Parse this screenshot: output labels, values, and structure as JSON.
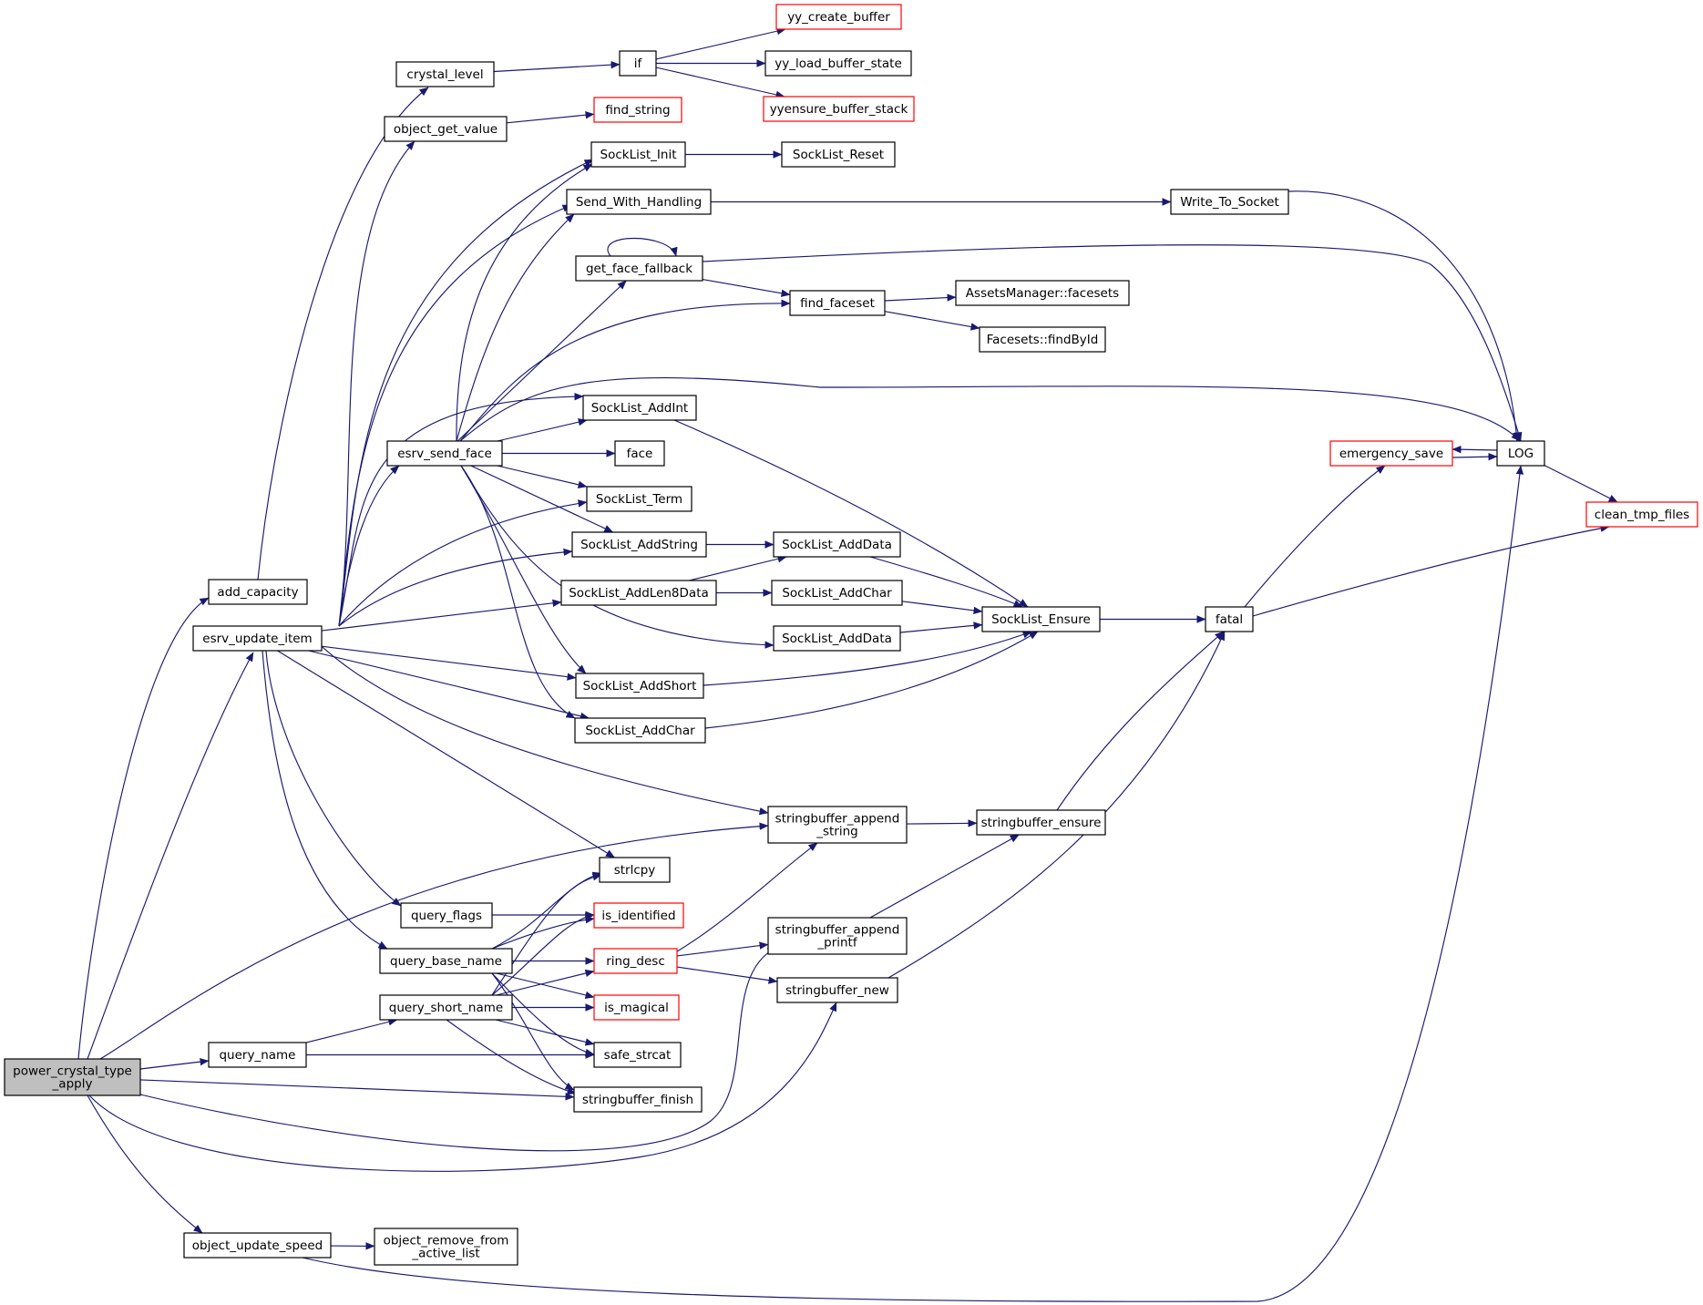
{
  "colors": {
    "edge": "#191970",
    "node_border": "#000000",
    "partial_border": "#ff0000",
    "root_fill": "#bfbfbf",
    "node_fill": "#ffffff"
  },
  "nodes": [
    {
      "id": "power_crystal_type_apply",
      "lines": [
        "power_crystal_type",
        "_apply"
      ],
      "style": "root"
    },
    {
      "id": "add_capacity",
      "lines": [
        "add_capacity"
      ],
      "style": "normal"
    },
    {
      "id": "esrv_update_item",
      "lines": [
        "esrv_update_item"
      ],
      "style": "normal"
    },
    {
      "id": "crystal_level",
      "lines": [
        "crystal_level"
      ],
      "style": "normal"
    },
    {
      "id": "if",
      "lines": [
        "if"
      ],
      "style": "normal"
    },
    {
      "id": "yy_create_buffer",
      "lines": [
        "yy_create_buffer"
      ],
      "style": "partial"
    },
    {
      "id": "yy_load_buffer_state",
      "lines": [
        "yy_load_buffer_state"
      ],
      "style": "normal"
    },
    {
      "id": "yyensure_buffer_stack",
      "lines": [
        "yyensure_buffer_stack"
      ],
      "style": "partial"
    },
    {
      "id": "object_get_value",
      "lines": [
        "object_get_value"
      ],
      "style": "normal"
    },
    {
      "id": "find_string",
      "lines": [
        "find_string"
      ],
      "style": "partial"
    },
    {
      "id": "SockList_Init",
      "lines": [
        "SockList_Init"
      ],
      "style": "normal"
    },
    {
      "id": "SockList_Reset",
      "lines": [
        "SockList_Reset"
      ],
      "style": "normal"
    },
    {
      "id": "Send_With_Handling",
      "lines": [
        "Send_With_Handling"
      ],
      "style": "normal"
    },
    {
      "id": "Write_To_Socket",
      "lines": [
        "Write_To_Socket"
      ],
      "style": "normal"
    },
    {
      "id": "get_face_fallback",
      "lines": [
        "get_face_fallback"
      ],
      "style": "normal"
    },
    {
      "id": "find_faceset",
      "lines": [
        "find_faceset"
      ],
      "style": "normal"
    },
    {
      "id": "AssetsManager_facesets",
      "lines": [
        "AssetsManager::facesets"
      ],
      "style": "normal"
    },
    {
      "id": "Facesets_findById",
      "lines": [
        "Facesets::findById"
      ],
      "style": "normal"
    },
    {
      "id": "SockList_AddInt",
      "lines": [
        "SockList_AddInt"
      ],
      "style": "normal"
    },
    {
      "id": "esrv_send_face",
      "lines": [
        "esrv_send_face"
      ],
      "style": "normal"
    },
    {
      "id": "face",
      "lines": [
        "face"
      ],
      "style": "normal"
    },
    {
      "id": "LOG",
      "lines": [
        "LOG"
      ],
      "style": "normal"
    },
    {
      "id": "emergency_save",
      "lines": [
        "emergency_save"
      ],
      "style": "partial"
    },
    {
      "id": "clean_tmp_files",
      "lines": [
        "clean_tmp_files"
      ],
      "style": "partial"
    },
    {
      "id": "SockList_Term",
      "lines": [
        "SockList_Term"
      ],
      "style": "normal"
    },
    {
      "id": "SockList_AddString",
      "lines": [
        "SockList_AddString"
      ],
      "style": "normal"
    },
    {
      "id": "SockList_AddData_1",
      "lines": [
        "SockList_AddData"
      ],
      "style": "normal"
    },
    {
      "id": "SockList_AddLen8Data",
      "lines": [
        "SockList_AddLen8Data"
      ],
      "style": "normal"
    },
    {
      "id": "SockList_AddChar_1",
      "lines": [
        "SockList_AddChar"
      ],
      "style": "normal"
    },
    {
      "id": "SockList_Ensure",
      "lines": [
        "SockList_Ensure"
      ],
      "style": "normal"
    },
    {
      "id": "fatal",
      "lines": [
        "fatal"
      ],
      "style": "normal"
    },
    {
      "id": "SockList_AddData_2",
      "lines": [
        "SockList_AddData"
      ],
      "style": "normal"
    },
    {
      "id": "SockList_AddShort",
      "lines": [
        "SockList_AddShort"
      ],
      "style": "normal"
    },
    {
      "id": "SockList_AddChar_2",
      "lines": [
        "SockList_AddChar"
      ],
      "style": "normal"
    },
    {
      "id": "stringbuffer_append_string",
      "lines": [
        "stringbuffer_append",
        "_string"
      ],
      "style": "normal"
    },
    {
      "id": "stringbuffer_ensure",
      "lines": [
        "stringbuffer_ensure"
      ],
      "style": "normal"
    },
    {
      "id": "strlcpy",
      "lines": [
        "strlcpy"
      ],
      "style": "normal"
    },
    {
      "id": "query_flags",
      "lines": [
        "query_flags"
      ],
      "style": "normal"
    },
    {
      "id": "is_identified",
      "lines": [
        "is_identified"
      ],
      "style": "partial"
    },
    {
      "id": "stringbuffer_append_printf",
      "lines": [
        "stringbuffer_append",
        "_printf"
      ],
      "style": "normal"
    },
    {
      "id": "query_base_name",
      "lines": [
        "query_base_name"
      ],
      "style": "normal"
    },
    {
      "id": "ring_desc",
      "lines": [
        "ring_desc"
      ],
      "style": "partial"
    },
    {
      "id": "stringbuffer_new",
      "lines": [
        "stringbuffer_new"
      ],
      "style": "normal"
    },
    {
      "id": "query_short_name",
      "lines": [
        "query_short_name"
      ],
      "style": "normal"
    },
    {
      "id": "is_magical",
      "lines": [
        "is_magical"
      ],
      "style": "partial"
    },
    {
      "id": "query_name",
      "lines": [
        "query_name"
      ],
      "style": "normal"
    },
    {
      "id": "safe_strcat",
      "lines": [
        "safe_strcat"
      ],
      "style": "normal"
    },
    {
      "id": "stringbuffer_finish",
      "lines": [
        "stringbuffer_finish"
      ],
      "style": "normal"
    },
    {
      "id": "object_update_speed",
      "lines": [
        "object_update_speed"
      ],
      "style": "normal"
    },
    {
      "id": "object_remove_from_active_list",
      "lines": [
        "object_remove_from",
        "_active_list"
      ],
      "style": "normal"
    }
  ],
  "edges": [
    [
      "power_crystal_type_apply",
      "add_capacity"
    ],
    [
      "power_crystal_type_apply",
      "esrv_update_item"
    ],
    [
      "power_crystal_type_apply",
      "query_name"
    ],
    [
      "power_crystal_type_apply",
      "stringbuffer_append_string"
    ],
    [
      "power_crystal_type_apply",
      "stringbuffer_finish"
    ],
    [
      "power_crystal_type_apply",
      "stringbuffer_append_printf"
    ],
    [
      "power_crystal_type_apply",
      "stringbuffer_new"
    ],
    [
      "power_crystal_type_apply",
      "object_update_speed"
    ],
    [
      "add_capacity",
      "crystal_level"
    ],
    [
      "crystal_level",
      "if"
    ],
    [
      "if",
      "yy_create_buffer"
    ],
    [
      "if",
      "yy_load_buffer_state"
    ],
    [
      "if",
      "yyensure_buffer_stack"
    ],
    [
      "object_get_value",
      "find_string"
    ],
    [
      "esrv_update_item",
      "object_get_value"
    ],
    [
      "esrv_update_item",
      "SockList_Init"
    ],
    [
      "esrv_update_item",
      "Send_With_Handling"
    ],
    [
      "esrv_update_item",
      "SockList_AddInt"
    ],
    [
      "esrv_update_item",
      "esrv_send_face"
    ],
    [
      "esrv_update_item",
      "SockList_Term"
    ],
    [
      "esrv_update_item",
      "SockList_AddString"
    ],
    [
      "esrv_update_item",
      "SockList_AddLen8Data"
    ],
    [
      "esrv_update_item",
      "SockList_AddShort"
    ],
    [
      "esrv_update_item",
      "SockList_AddChar_2"
    ],
    [
      "esrv_update_item",
      "stringbuffer_append_string"
    ],
    [
      "esrv_update_item",
      "strlcpy"
    ],
    [
      "esrv_update_item",
      "query_flags"
    ],
    [
      "esrv_update_item",
      "query_base_name"
    ],
    [
      "SockList_Init",
      "SockList_Reset"
    ],
    [
      "Send_With_Handling",
      "Write_To_Socket"
    ],
    [
      "Write_To_Socket",
      "LOG"
    ],
    [
      "get_face_fallback",
      "get_face_fallback"
    ],
    [
      "get_face_fallback",
      "find_faceset"
    ],
    [
      "get_face_fallback",
      "LOG"
    ],
    [
      "find_faceset",
      "AssetsManager_facesets"
    ],
    [
      "find_faceset",
      "Facesets_findById"
    ],
    [
      "esrv_send_face",
      "SockList_Init"
    ],
    [
      "esrv_send_face",
      "Send_With_Handling"
    ],
    [
      "esrv_send_face",
      "get_face_fallback"
    ],
    [
      "esrv_send_face",
      "find_faceset"
    ],
    [
      "esrv_send_face",
      "LOG"
    ],
    [
      "esrv_send_face",
      "SockList_AddInt"
    ],
    [
      "esrv_send_face",
      "face"
    ],
    [
      "esrv_send_face",
      "SockList_Term"
    ],
    [
      "esrv_send_face",
      "SockList_AddString"
    ],
    [
      "esrv_send_face",
      "SockList_AddData_2"
    ],
    [
      "esrv_send_face",
      "SockList_AddShort"
    ],
    [
      "esrv_send_face",
      "SockList_AddChar_2"
    ],
    [
      "SockList_AddInt",
      "SockList_Ensure"
    ],
    [
      "SockList_AddString",
      "SockList_AddData_1"
    ],
    [
      "SockList_AddData_1",
      "SockList_Ensure"
    ],
    [
      "SockList_AddLen8Data",
      "SockList_AddData_1"
    ],
    [
      "SockList_AddLen8Data",
      "SockList_AddChar_1"
    ],
    [
      "SockList_AddChar_1",
      "SockList_Ensure"
    ],
    [
      "SockList_AddData_2",
      "SockList_Ensure"
    ],
    [
      "SockList_AddShort",
      "SockList_Ensure"
    ],
    [
      "SockList_AddChar_2",
      "SockList_Ensure"
    ],
    [
      "SockList_Ensure",
      "fatal"
    ],
    [
      "fatal",
      "emergency_save"
    ],
    [
      "fatal",
      "clean_tmp_files"
    ],
    [
      "emergency_save",
      "LOG"
    ],
    [
      "LOG",
      "emergency_save"
    ],
    [
      "LOG",
      "clean_tmp_files"
    ],
    [
      "stringbuffer_append_string",
      "stringbuffer_ensure"
    ],
    [
      "stringbuffer_ensure",
      "fatal"
    ],
    [
      "stringbuffer_append_printf",
      "stringbuffer_ensure"
    ],
    [
      "stringbuffer_new",
      "fatal"
    ],
    [
      "query_flags",
      "is_identified"
    ],
    [
      "query_base_name",
      "strlcpy"
    ],
    [
      "query_base_name",
      "is_identified"
    ],
    [
      "query_base_name",
      "ring_desc"
    ],
    [
      "query_base_name",
      "is_magical"
    ],
    [
      "query_base_name",
      "safe_strcat"
    ],
    [
      "query_base_name",
      "stringbuffer_finish"
    ],
    [
      "query_short_name",
      "strlcpy"
    ],
    [
      "query_short_name",
      "is_identified"
    ],
    [
      "query_short_name",
      "ring_desc"
    ],
    [
      "query_short_name",
      "is_magical"
    ],
    [
      "query_short_name",
      "safe_strcat"
    ],
    [
      "query_short_name",
      "stringbuffer_finish"
    ],
    [
      "ring_desc",
      "stringbuffer_append_string"
    ],
    [
      "ring_desc",
      "stringbuffer_append_printf"
    ],
    [
      "ring_desc",
      "stringbuffer_new"
    ],
    [
      "query_name",
      "query_short_name"
    ],
    [
      "query_name",
      "safe_strcat"
    ],
    [
      "object_update_speed",
      "object_remove_from_active_list"
    ],
    [
      "object_update_speed",
      "LOG"
    ]
  ]
}
